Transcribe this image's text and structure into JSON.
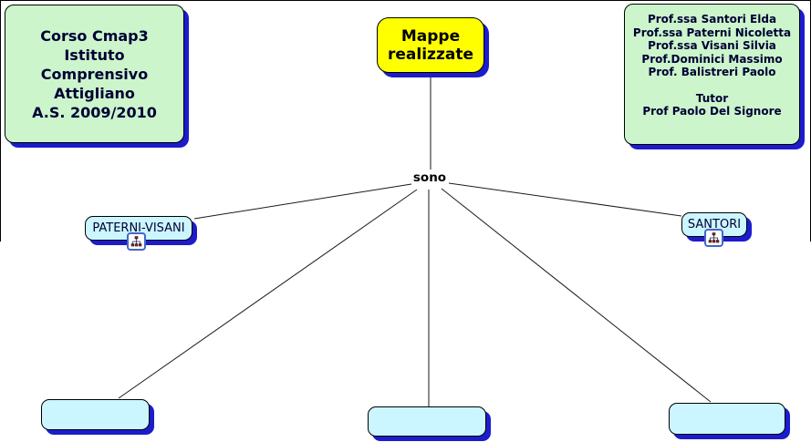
{
  "course_box": {
    "lines": [
      "Corso Cmap3",
      "Istituto",
      "Comprensivo",
      "Attigliano",
      "A.S. 2009/2010"
    ]
  },
  "root_node": {
    "label": "Mappe realizzate"
  },
  "staff_box": {
    "teachers": [
      "Prof.ssa Santori Elda",
      "Prof.ssa Paterni Nicoletta",
      "Prof.ssa Visani Silvia",
      "Prof.Dominici Massimo",
      "Prof. Balistreri Paolo"
    ],
    "tutor_label": "Tutor",
    "tutor_name": "Prof Paolo Del Signore"
  },
  "linking_phrase": {
    "label": "sono"
  },
  "concept_nodes": [
    {
      "label": "PATERNI-VISANI",
      "icon": "submap-icon"
    },
    {
      "label": "SANTORI",
      "icon": "submap-icon"
    }
  ],
  "empty_node_count": 3,
  "colors": {
    "fill_green": "#ccf5cc",
    "fill_cyan": "#ccf6ff",
    "fill_yellow": "#ffff00",
    "shadow_blue": "#1c1ccd",
    "icon_border_blue": "#4466cc",
    "icon_node_red": "#8b1f1f",
    "line_black": "#1a1a1a",
    "text_dark": "#000033"
  }
}
